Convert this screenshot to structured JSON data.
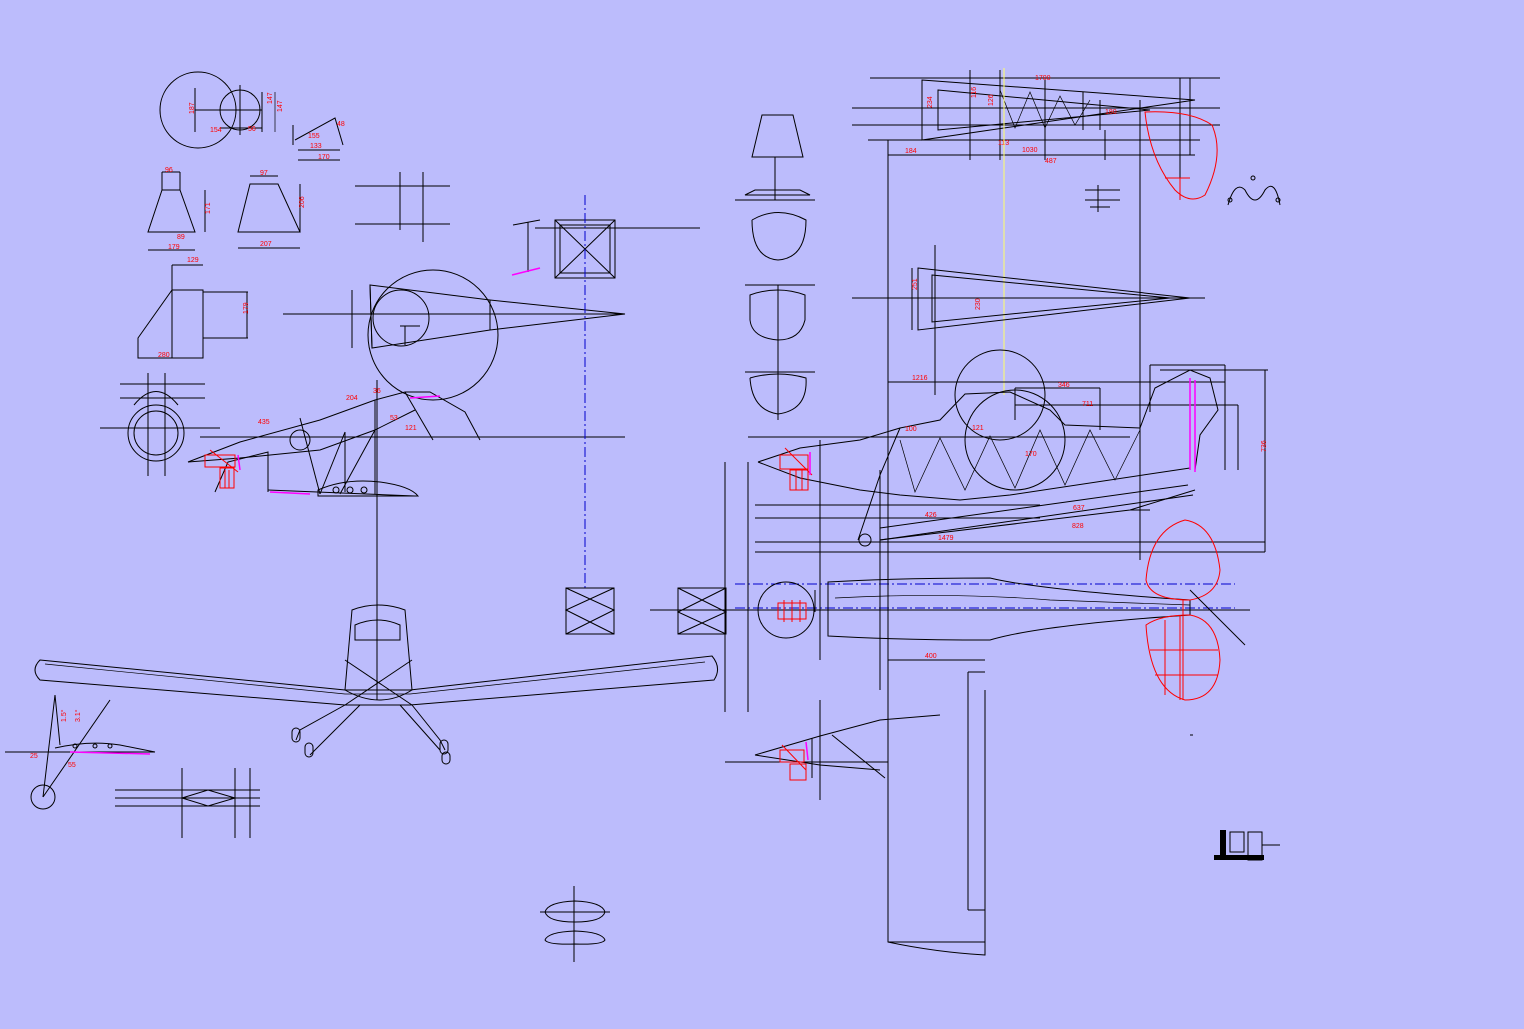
{
  "colors": {
    "background": "#bcbcfc",
    "lines": "#000000",
    "dimensions": "#ff0000",
    "highlight": "#ff00ff",
    "centerline": "#0000cc",
    "guide": "#ffff66"
  },
  "dimensions": {
    "d187": "187",
    "d154": "154",
    "d147a": "147",
    "d147b": "147",
    "d56": "56",
    "d155": "155",
    "d133": "133",
    "d170a": "170",
    "d48": "48",
    "d96": "96",
    "d171": "171",
    "d89": "89",
    "d179a": "179",
    "d97": "97",
    "d206": "206",
    "d207": "207",
    "d129": "129",
    "d179b": "179",
    "d280": "280",
    "d204": "204",
    "d435": "435",
    "d53": "53",
    "d121a": "121",
    "d36": "36",
    "d1700": "1700",
    "d234": "234",
    "d116": "116",
    "d126": "126",
    "d180": "180",
    "d113": "113",
    "d1030": "1030",
    "d184": "184",
    "d487": "487",
    "d251": "251",
    "d230": "230",
    "d1216": "1216",
    "d346": "346",
    "d711": "711",
    "d100": "100",
    "d121b": "121",
    "d170b": "170",
    "d736": "736",
    "d426": "426",
    "d637": "637",
    "d828": "828",
    "d1479": "1479",
    "d400": "400",
    "d15a": "1.5°",
    "d31a": "3.1°",
    "d25": "25",
    "d55": "55"
  }
}
